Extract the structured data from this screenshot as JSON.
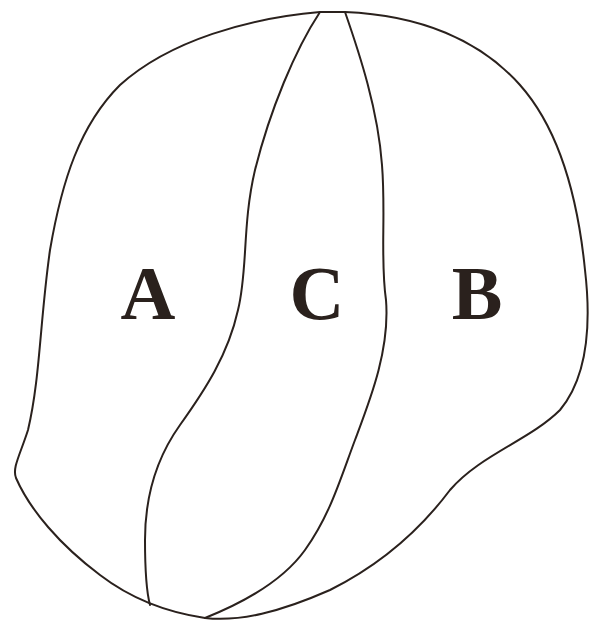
{
  "diagram": {
    "labels": [
      "A",
      "C",
      "B"
    ]
  }
}
